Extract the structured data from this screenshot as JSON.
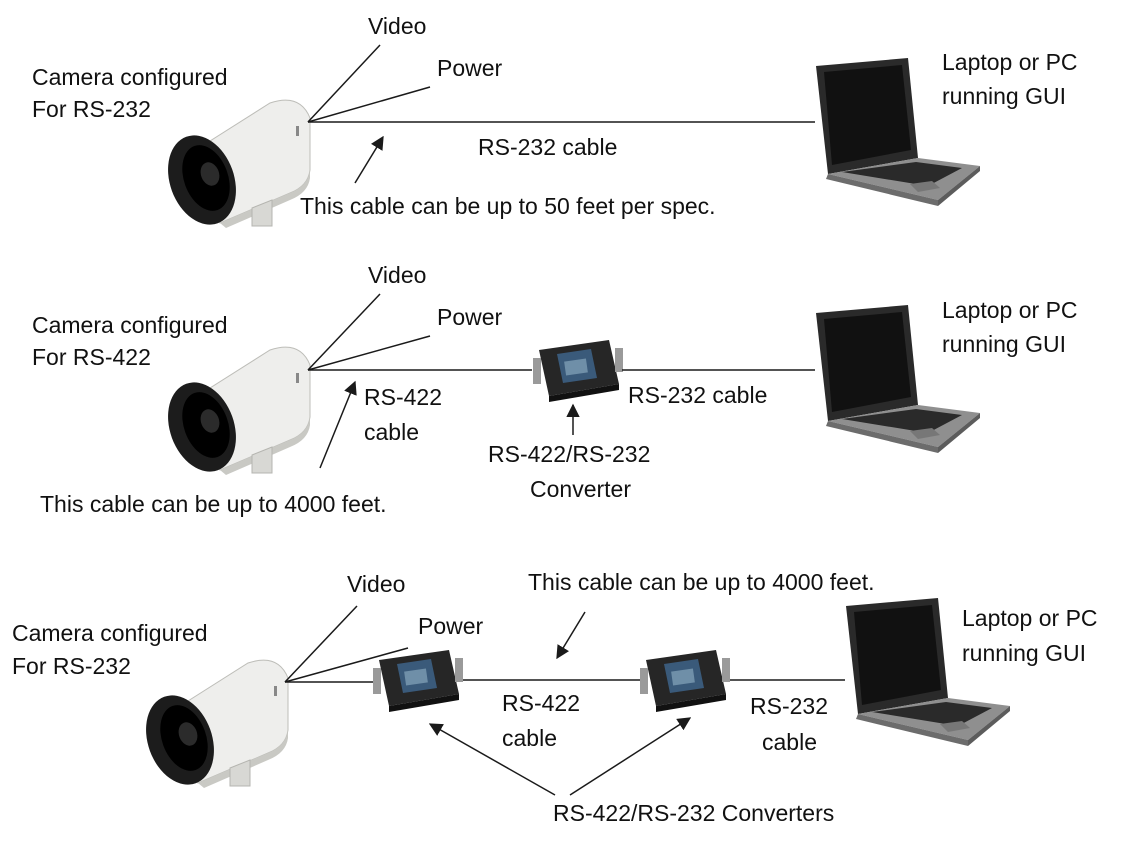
{
  "colors": {
    "line": "#1a1a1a",
    "camera_body": "#eeeeec",
    "camera_shade": "#c9c9c4",
    "lens": "#1c1c1c",
    "converter": "#262626",
    "converter_screen": "#3a5a7a",
    "laptop_body": "#8f8f8f",
    "laptop_dark": "#2a2a2a",
    "laptop_screen": "#111111"
  },
  "diagrams": [
    {
      "camera_label": [
        "Camera configured",
        "For RS-232"
      ],
      "video_label": "Video",
      "power_label": "Power",
      "pc_label": [
        "Laptop or PC",
        "running GUI"
      ],
      "cable_label": "RS-232 cable",
      "note": "This cable can be up to 50 feet per spec."
    },
    {
      "camera_label": [
        "Camera configured",
        "For RS-422"
      ],
      "video_label": "Video",
      "power_label": "Power",
      "pc_label": [
        "Laptop or PC",
        "running GUI"
      ],
      "rs422_cable_label": [
        "RS-422",
        "cable"
      ],
      "rs232_cable_label": "RS-232 cable",
      "converter_label": [
        "RS-422/RS-232",
        "Converter"
      ],
      "note": "This cable can be up to 4000 feet."
    },
    {
      "camera_label": [
        "Camera configured",
        "For RS-232"
      ],
      "video_label": "Video",
      "power_label": "Power",
      "pc_label": [
        "Laptop or PC",
        "running GUI"
      ],
      "note": "This cable can be up to 4000 feet.",
      "rs422_cable_label": [
        "RS-422",
        "cable"
      ],
      "rs232_cable_label": [
        "RS-232",
        "cable"
      ],
      "converters_label": "RS-422/RS-232 Converters"
    }
  ]
}
